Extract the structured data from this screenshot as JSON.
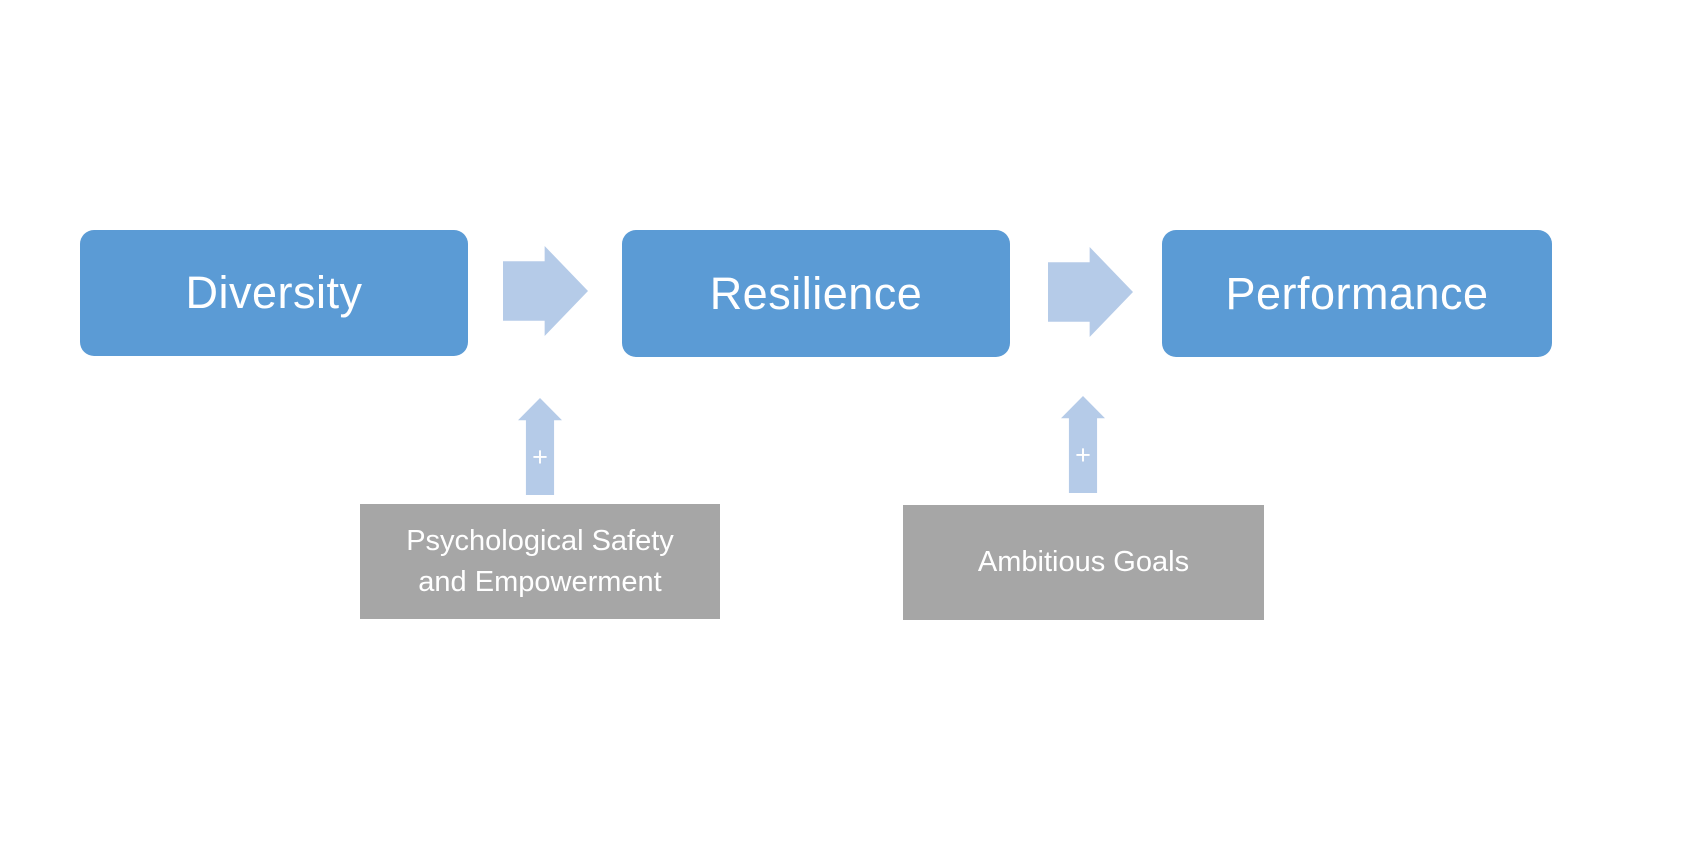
{
  "diagram": {
    "plus_sign": "+",
    "main_boxes": [
      {
        "label": "Diversity"
      },
      {
        "label": "Resilience"
      },
      {
        "label": "Performance"
      }
    ],
    "moderator_boxes": [
      {
        "label": "Psychological Safety and Empowerment"
      },
      {
        "label": "Ambitious Goals"
      }
    ],
    "colors": {
      "main_box_fill": "#5B9BD5",
      "arrow_fill": "#B5CBE8",
      "moderator_fill": "#A6A6A6",
      "text": "#FFFFFF",
      "background": "#FFFFFF"
    }
  }
}
